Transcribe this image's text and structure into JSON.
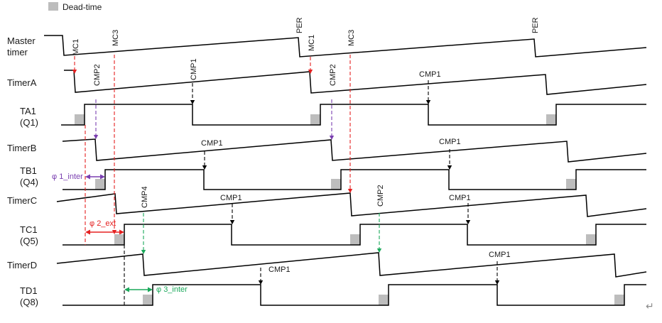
{
  "legend": {
    "label": "Dead-time",
    "swatch_color": "#bdbdbd"
  },
  "signals": {
    "master": [
      "Master",
      "timer"
    ],
    "timerA": [
      "TimerA"
    ],
    "ta1": [
      "TA1",
      "(Q1)"
    ],
    "timerB": [
      "TimerB"
    ],
    "tb1": [
      "TB1",
      "(Q4)"
    ],
    "timerC": [
      "TimerC"
    ],
    "tc1": [
      "TC1",
      "(Q5)"
    ],
    "timerD": [
      "TimerD"
    ],
    "td1": [
      "TD1",
      "(Q8)"
    ]
  },
  "markers": {
    "mc1": "MC1",
    "mc3": "MC3",
    "per": "PER",
    "cmp1": "CMP1",
    "cmp2": "CMP2",
    "cmp4": "CMP4"
  },
  "phase_labels": {
    "phi1": "φ 1_inter",
    "phi2": "φ 2_ext",
    "phi3": "φ 3_inter"
  },
  "colors": {
    "line": "#000000",
    "red": "#e52020",
    "purple": "#7a3fb0",
    "green": "#1aa85a",
    "deadtime": "#bdbdbd"
  },
  "return_glyph": "↵"
}
